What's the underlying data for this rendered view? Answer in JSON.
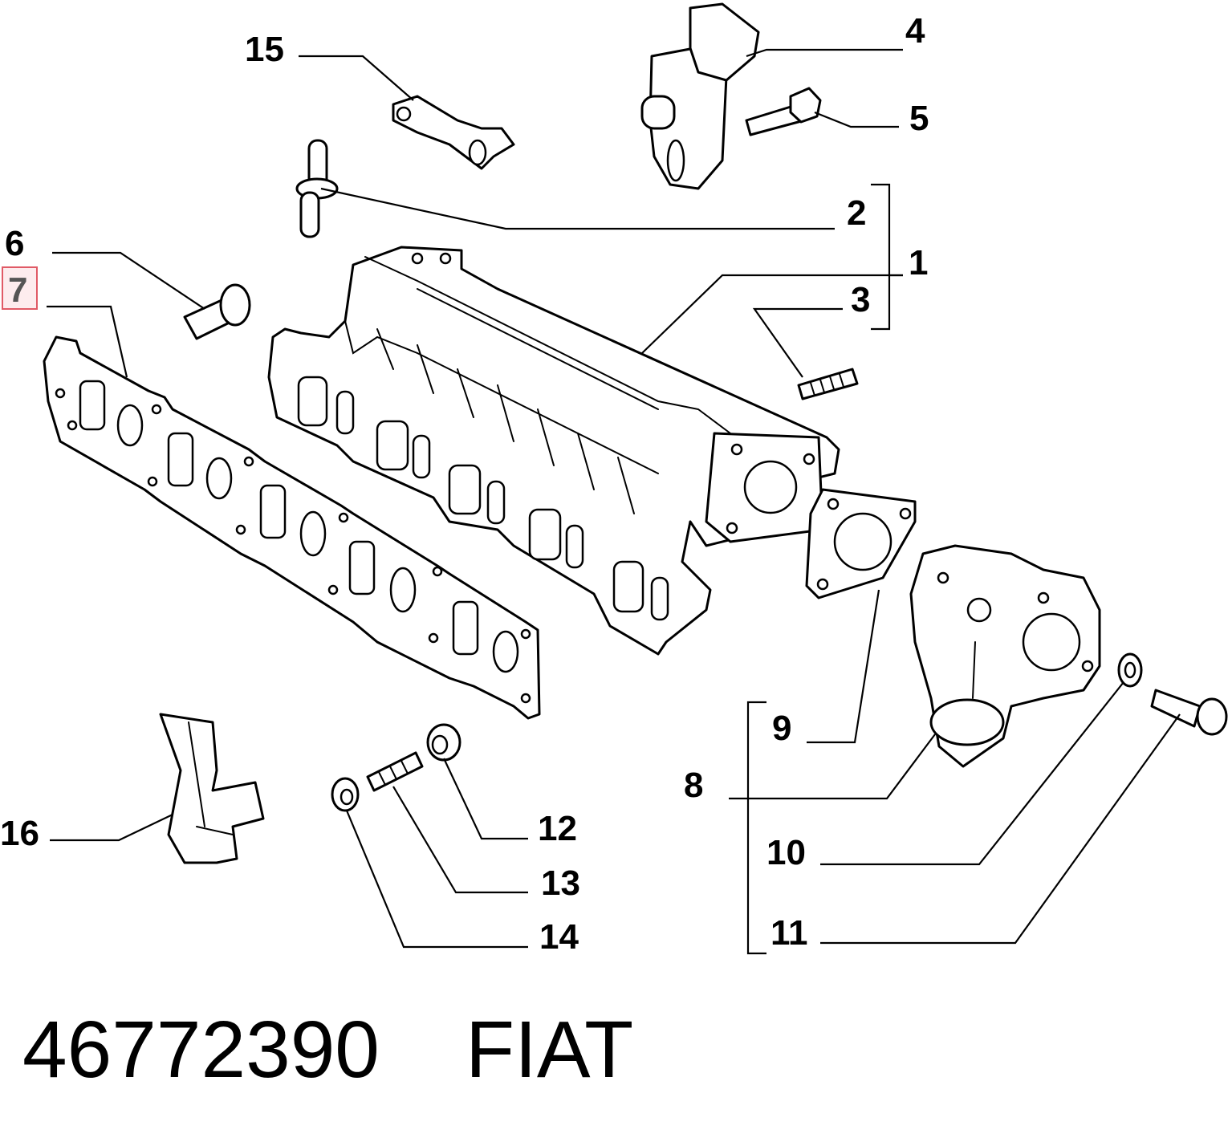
{
  "callouts": {
    "c1": "1",
    "c2": "2",
    "c3": "3",
    "c4": "4",
    "c5": "5",
    "c6": "6",
    "c7": "7",
    "c8": "8",
    "c9": "9",
    "c10": "10",
    "c11": "11",
    "c12": "12",
    "c13": "13",
    "c14": "14",
    "c15": "15",
    "c16": "16"
  },
  "highlighted_callout": "7",
  "highlight_color": "#e05a66",
  "footer": {
    "part_number": "46772390",
    "brand": "FIAT"
  }
}
